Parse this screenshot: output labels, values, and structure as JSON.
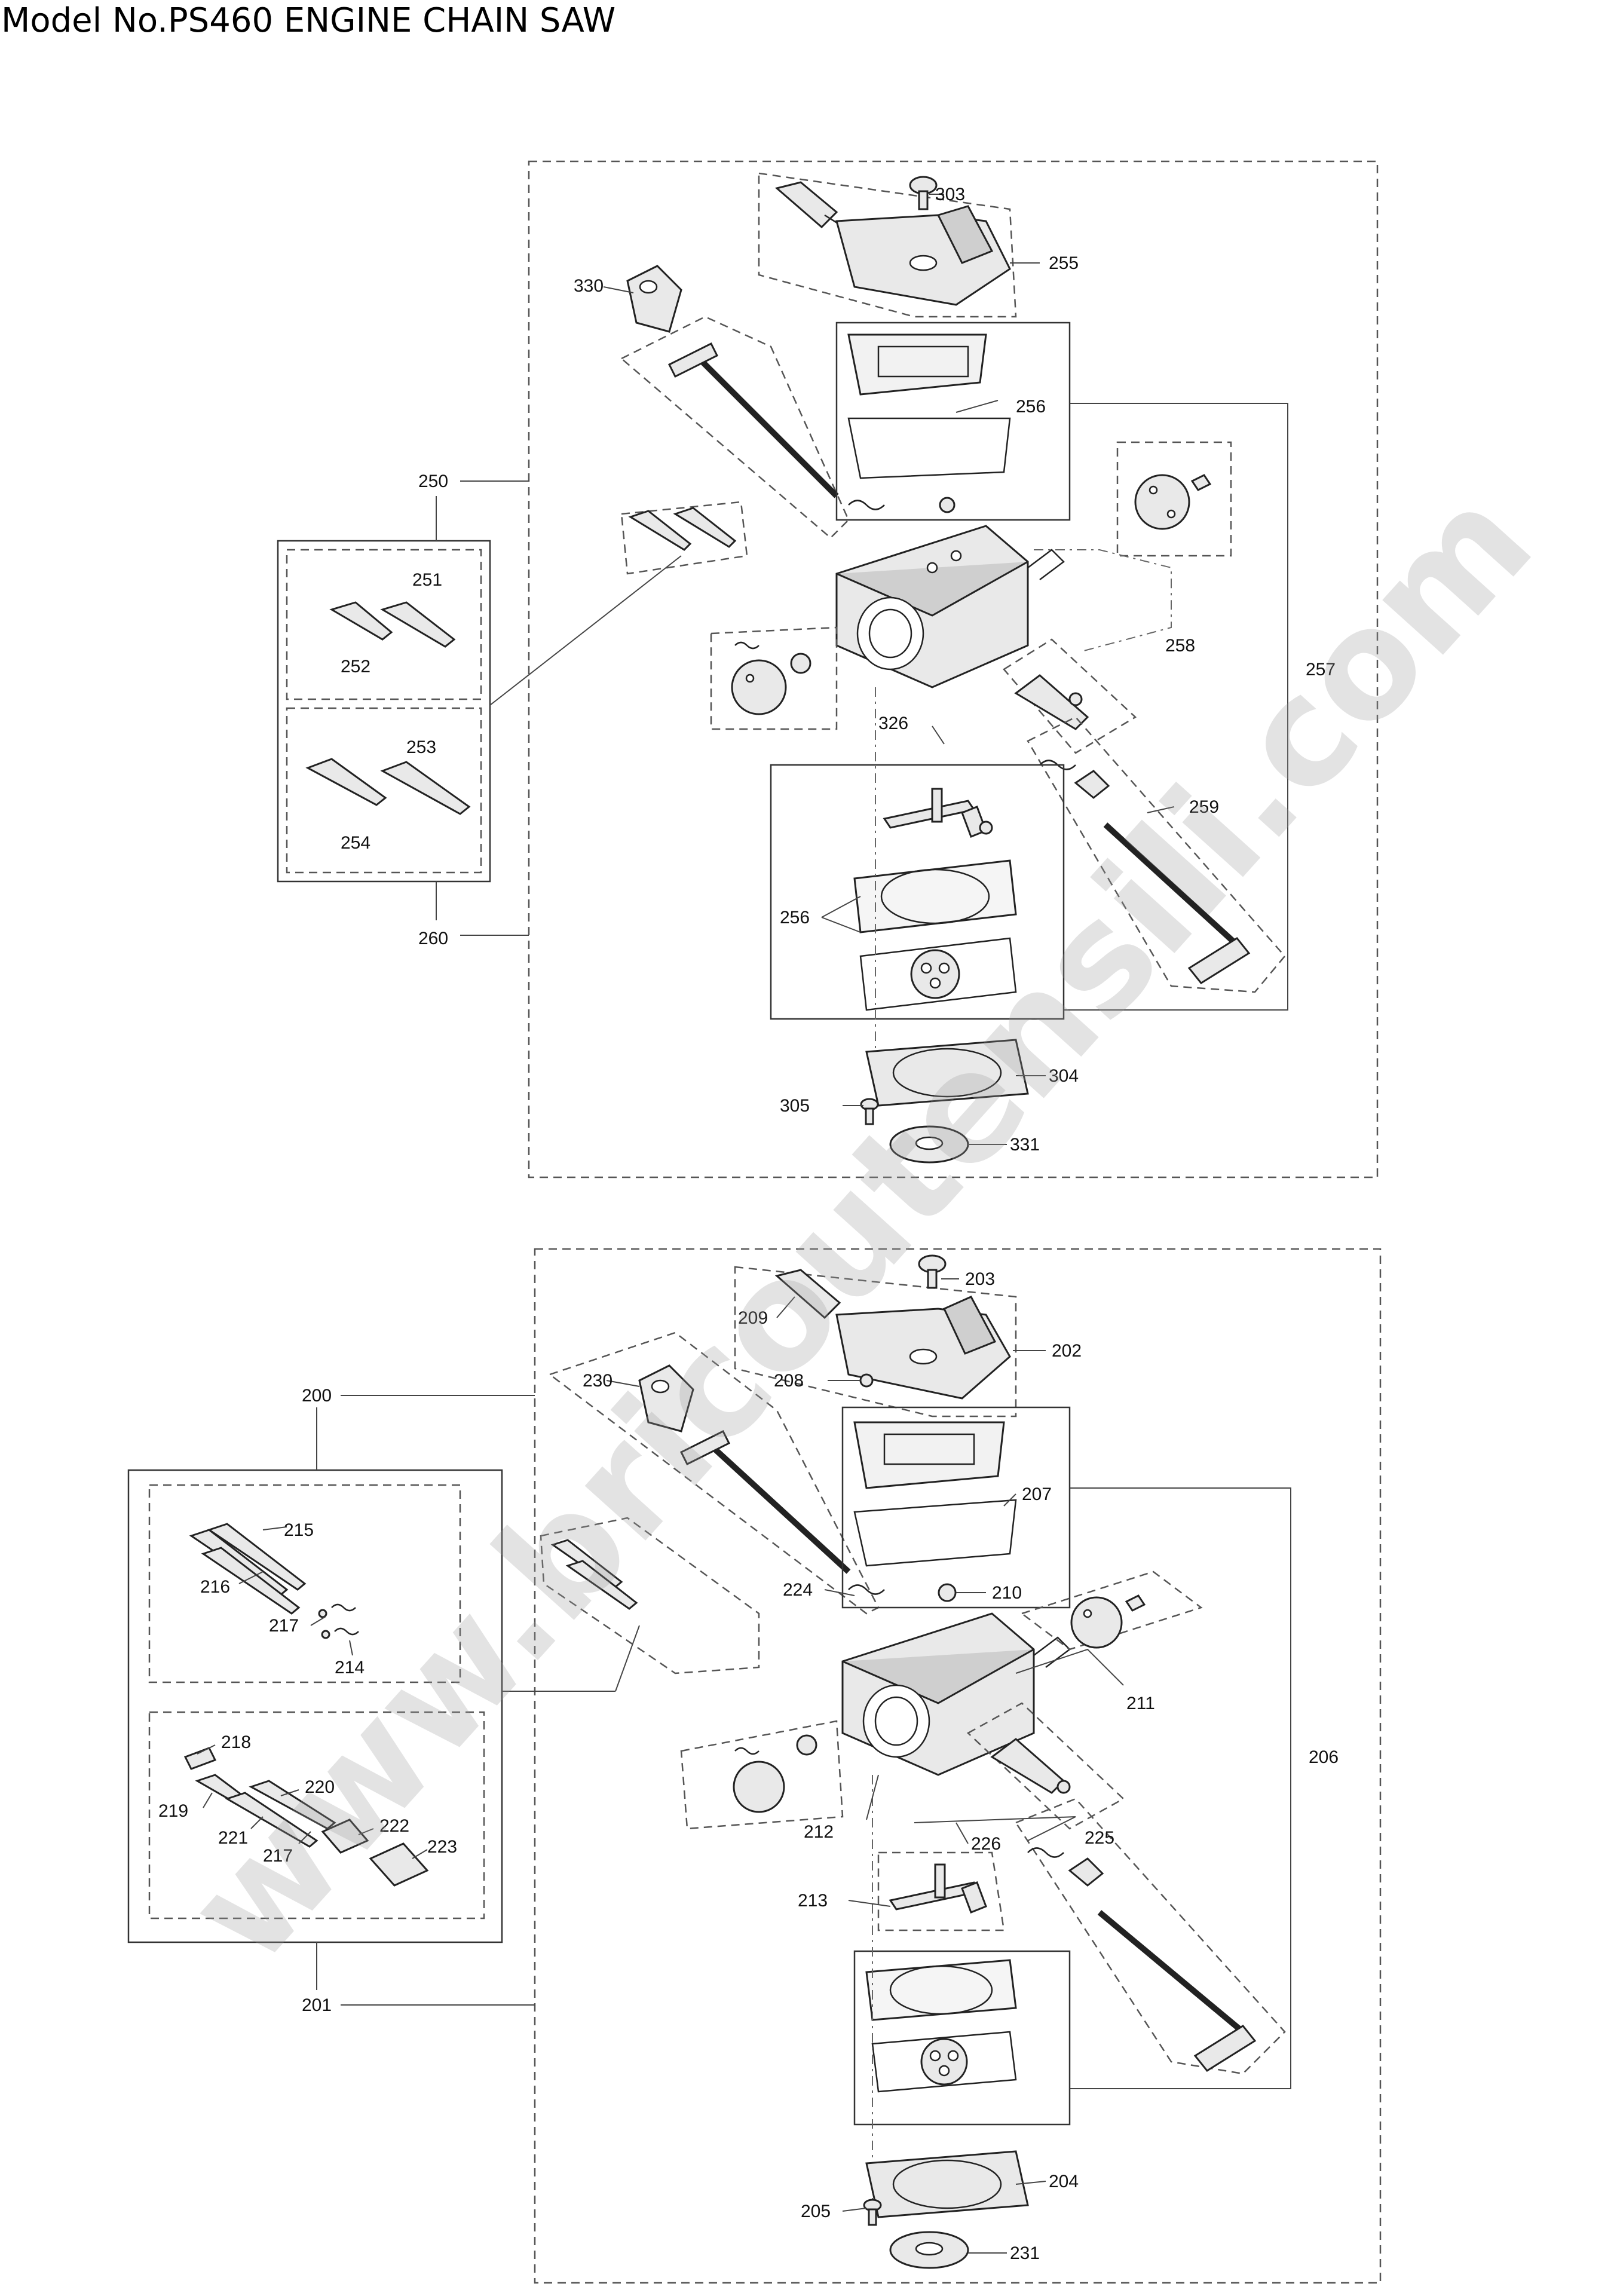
{
  "title": "Model No.PS460 ENGINE CHAIN SAW",
  "watermark": "www.bricoutensili.com",
  "upper_assembly": {
    "labels": [
      "303",
      "255",
      "330",
      "256",
      "250",
      "251",
      "252",
      "253",
      "254",
      "260",
      "257",
      "258",
      "326",
      "259",
      "256",
      "304",
      "305",
      "331"
    ]
  },
  "lower_assembly": {
    "labels": [
      "203",
      "209",
      "202",
      "230",
      "208",
      "200",
      "207",
      "215",
      "216",
      "217",
      "214",
      "224",
      "210",
      "211",
      "206",
      "218",
      "220",
      "219",
      "221",
      "217",
      "222",
      "223",
      "212",
      "226",
      "225",
      "213",
      "201",
      "204",
      "205",
      "231"
    ]
  }
}
